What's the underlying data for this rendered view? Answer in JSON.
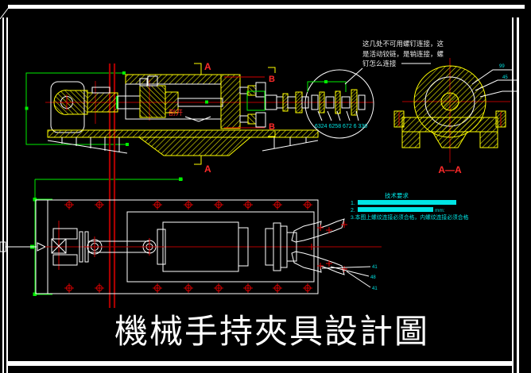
{
  "drawing": {
    "title": "機械手持夾具設計圖",
    "note": {
      "line1": "这几处不可用螺钉连接，这",
      "line2": "是活动铰链，是销连接，螺",
      "line3": "钉怎么连接"
    },
    "labels": {
      "section_a_top": "A",
      "section_a_bottom": "A",
      "section_b_top": "B",
      "section_b_bottom": "B",
      "section_view": "A—A",
      "cut_open": "剖开",
      "detail_dims": "6324 6258 672 6 330",
      "aa_tag1": "99",
      "aa_tag2": "45",
      "claw_tag1": "41",
      "claw_tag2": "48",
      "claw_tag3": "41"
    },
    "tech_req": {
      "title": "技术要求",
      "item1_prefix": "1.",
      "item2_prefix": "2.",
      "item2_suffix": "mm:",
      "item3": "3.本图上螺纹连接必须合格，内螺纹连接必须合格"
    },
    "colors": {
      "background": "#000000",
      "part_yellow": "#ffff00",
      "outline_white": "#ffffff",
      "centerline_red": "#b40000",
      "marker_red": "#ff2a2a",
      "dimension_green": "#00ee00",
      "text_cyan": "#00e5e5"
    }
  }
}
